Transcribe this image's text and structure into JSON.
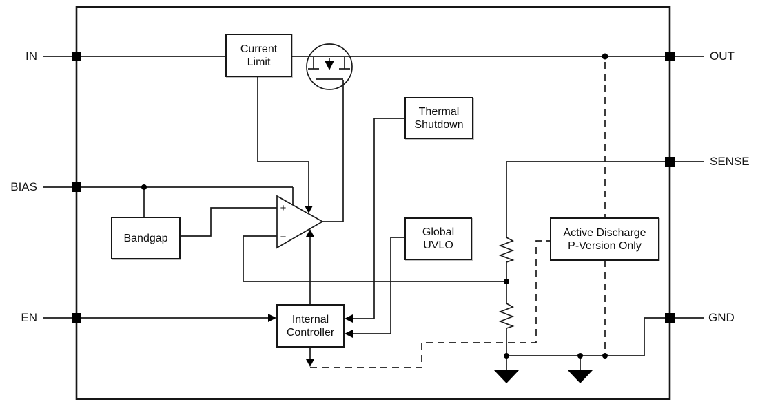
{
  "pins": {
    "in": "IN",
    "bias": "BIAS",
    "en": "EN",
    "out": "OUT",
    "sense": "SENSE",
    "gnd": "GND"
  },
  "blocks": {
    "current_limit": {
      "line1": "Current",
      "line2": "Limit"
    },
    "thermal_shutdown": {
      "line1": "Thermal",
      "line2": "Shutdown"
    },
    "global_uvlo": {
      "line1": "Global",
      "line2": "UVLO"
    },
    "bandgap": {
      "line1": "Bandgap"
    },
    "internal_controller": {
      "line1": "Internal",
      "line2": "Controller"
    },
    "active_discharge": {
      "line1": "Active Discharge",
      "line2": "P-Version Only"
    }
  },
  "opamp": {
    "plus_label": "+",
    "minus_label": "−"
  },
  "icons": {
    "pass_transistor": "pmos-pass-transistor-icon",
    "error_amplifier": "opamp-triangle-icon",
    "feedback_divider": "resistor-zigzag-icon",
    "ground": "ground-triangle-icon",
    "pin_pad": "pin-pad-square-icon",
    "junction": "junction-dot-icon"
  },
  "colors": {
    "background": "#ffffff",
    "wire": "#1b1b1b",
    "solid_fill": "#000000",
    "block_fill": "#ffffff",
    "text": "#161616"
  }
}
